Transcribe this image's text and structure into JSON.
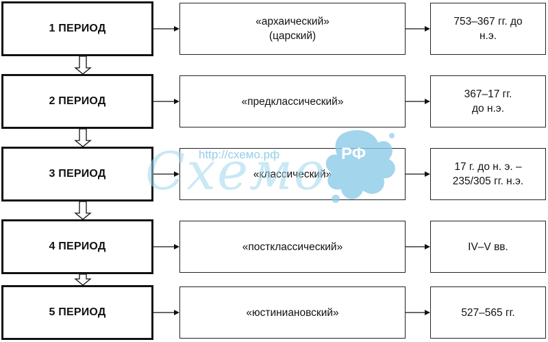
{
  "rows": [
    {
      "period": "1 ПЕРИОД",
      "name": [
        "«архаический»",
        "(царский)"
      ],
      "dates": [
        "753–367 гг. до",
        "н.э."
      ]
    },
    {
      "period": "2 ПЕРИОД",
      "name": [
        "«предклассический»"
      ],
      "dates": [
        "367–17 гг.",
        "до н.э."
      ]
    },
    {
      "period": "3 ПЕРИОД",
      "name": [
        "«классический»"
      ],
      "dates": [
        "17 г. до н. э. –",
        "235/305 гг. н.э."
      ]
    },
    {
      "period": "4 ПЕРИОД",
      "name": [
        "«постклассический»"
      ],
      "dates": [
        "IV–V вв."
      ]
    },
    {
      "period": "5 ПЕРИОД",
      "name": [
        "«юстиниановский»"
      ],
      "dates": [
        "527–565 гг."
      ]
    }
  ],
  "watermark": {
    "url": "http://схемо.рф",
    "logo": "Схемо",
    "badge": "РФ"
  }
}
